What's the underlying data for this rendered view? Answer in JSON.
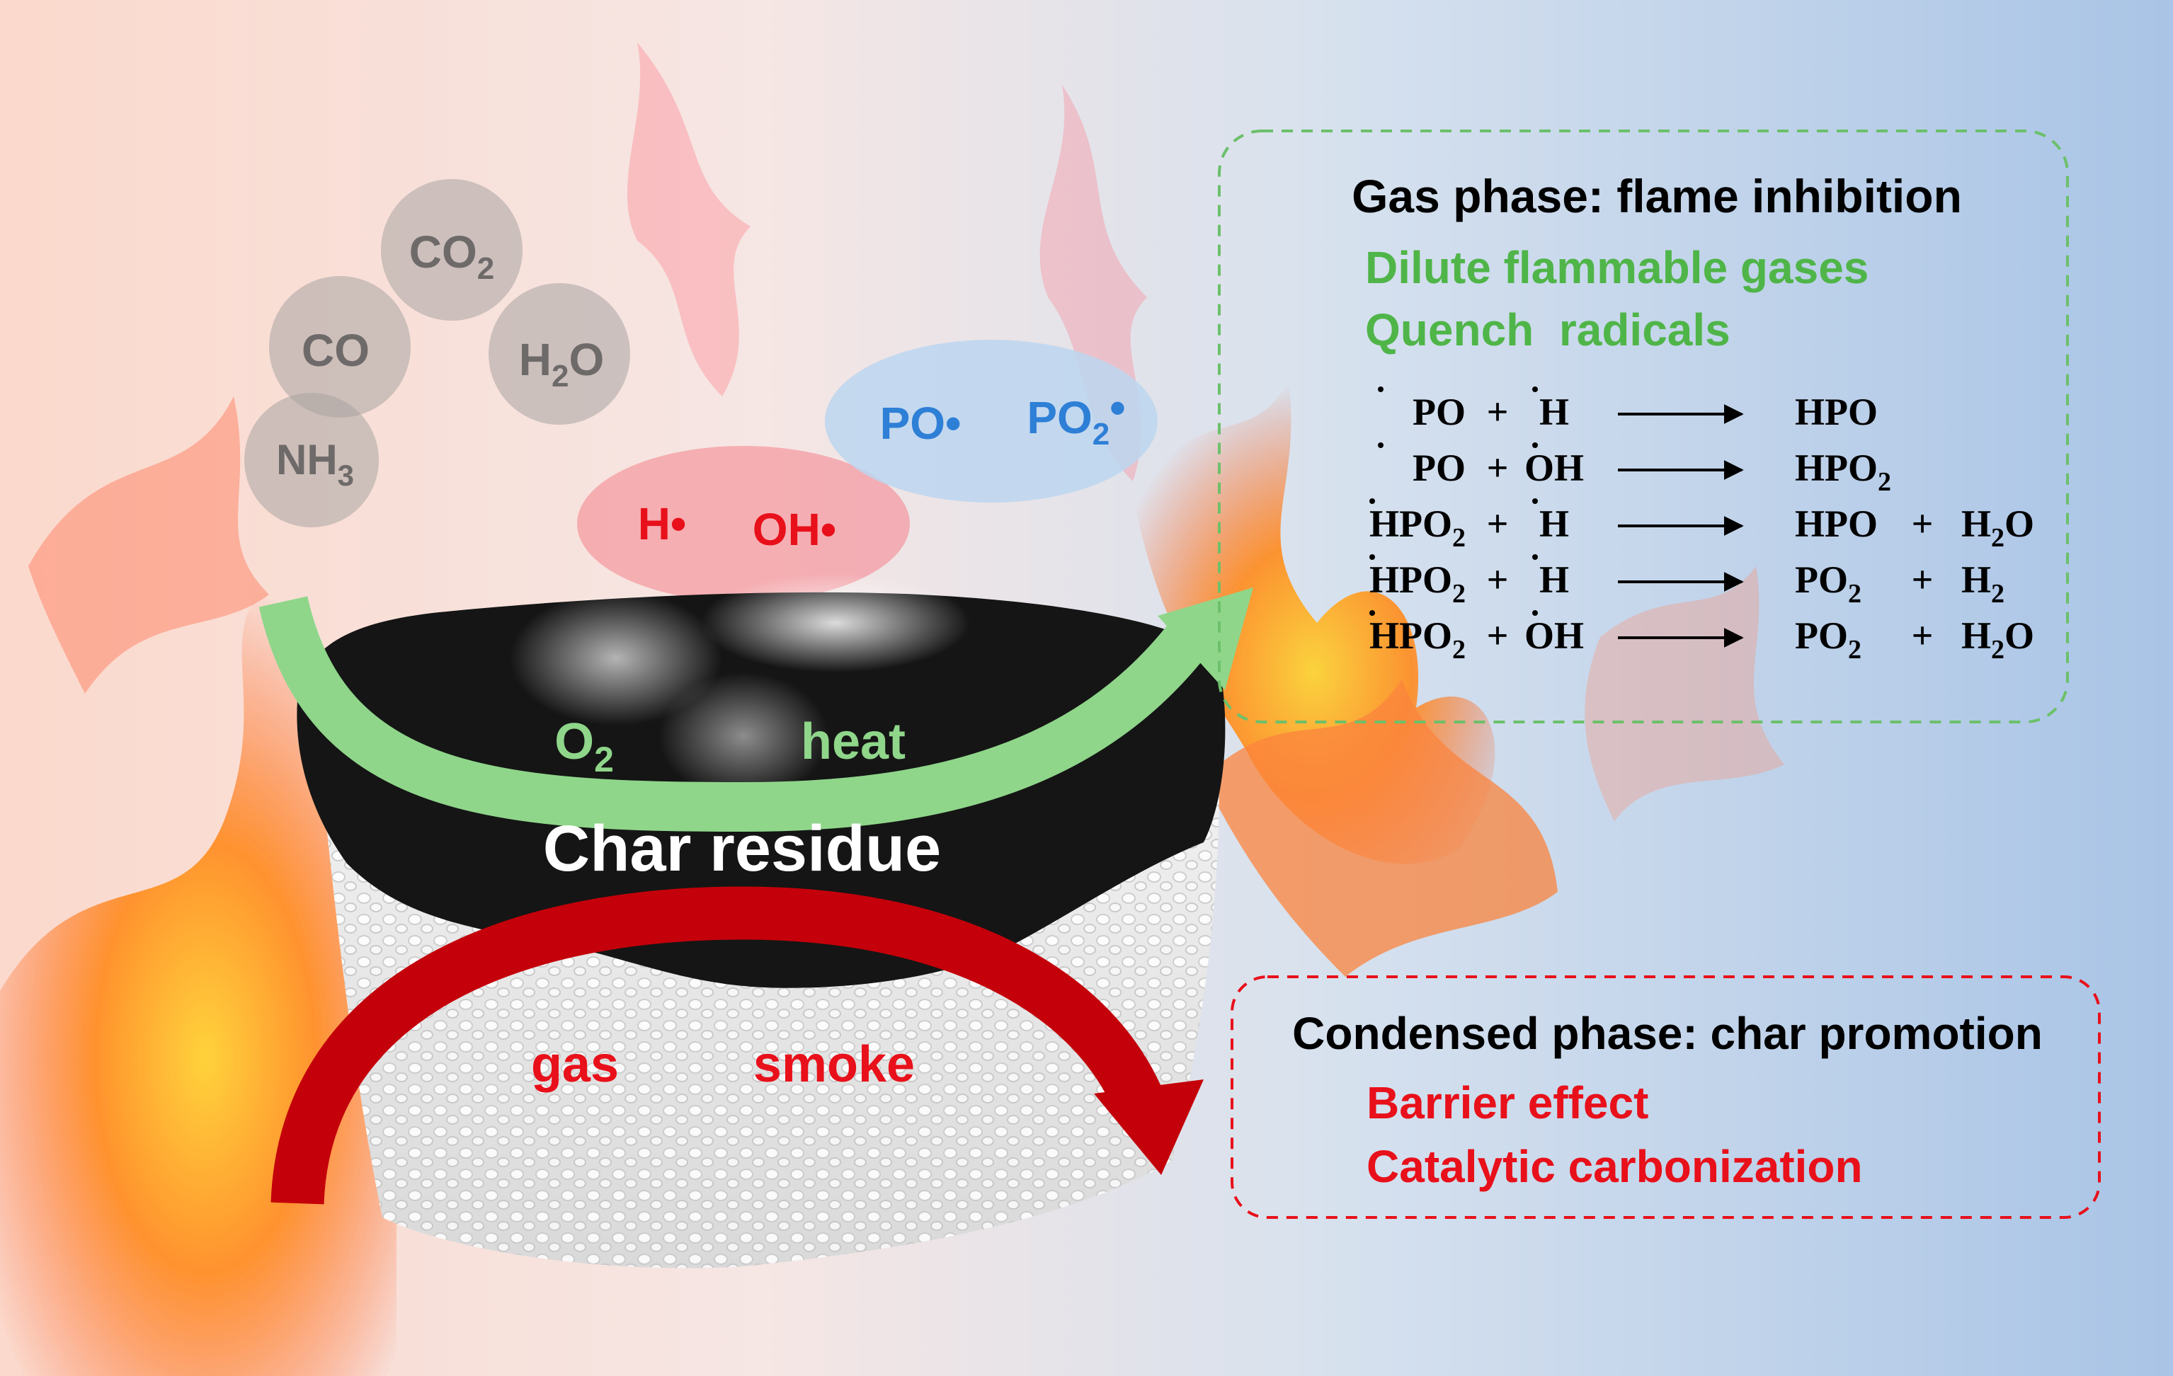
{
  "gas_bubbles": {
    "co2": {
      "main": "CO",
      "sub": "2"
    },
    "co": {
      "main": "CO",
      "sub": ""
    },
    "h2o": {
      "main": "H",
      "sub": "2",
      "tail": "O"
    },
    "nh3": {
      "main": "NH",
      "sub": "3"
    }
  },
  "radicals_red": {
    "h": "H•",
    "oh": "OH•"
  },
  "radicals_blue": {
    "po": "PO•",
    "po2_main": "PO",
    "po2_sub": "2",
    "po2_dot": "•"
  },
  "arc_labels": {
    "o2_main": "O",
    "o2_sub": "2",
    "heat": "heat",
    "gas": "gas",
    "smoke": "smoke"
  },
  "char_label": "Char residue",
  "gas_phase": {
    "title": "Gas phase: flame inhibition",
    "points": [
      "Dilute flammable gases",
      "Quench  radicals"
    ],
    "plus": "+",
    "reactions": [
      {
        "a": "PO",
        "b": "H",
        "p1": "HPO",
        "p2": ""
      },
      {
        "a": "PO",
        "b": "OH",
        "p1": "HPO2",
        "p2": ""
      },
      {
        "a": "HPO2",
        "b": "H",
        "p1": "HPO",
        "p2": "H2O"
      },
      {
        "a": "HPO2",
        "b": "H",
        "p1": "PO2",
        "p2": "H2"
      },
      {
        "a": "HPO2",
        "b": "OH",
        "p1": "PO2",
        "p2": "H2O"
      }
    ]
  },
  "condensed_phase": {
    "title": "Condensed phase: char promotion",
    "points": [
      "Barrier effect",
      "Catalytic carbonization"
    ]
  },
  "colors": {
    "green_text": "#4fb548",
    "green_arrow": "#8fd68a",
    "red_text": "#e8101a",
    "red_arrow": "#c4000a",
    "blue_text": "#2e7fd6",
    "bubble_gray": "#a9a4a2",
    "bubble_text": "#6e6a69",
    "char_black": "#151515",
    "foam_white": "#ececec"
  }
}
